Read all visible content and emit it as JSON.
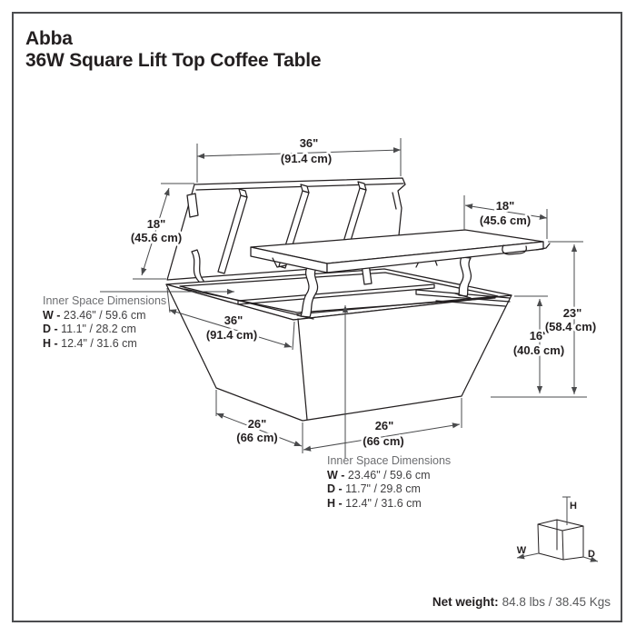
{
  "header": {
    "brand": "Abba",
    "product": "36W Square Lift Top Coffee Table"
  },
  "diagram": {
    "dimensions": {
      "lid_width": {
        "in": "36\"",
        "cm": "(91.4 cm)"
      },
      "lid_depth": {
        "in": "18\"",
        "cm": "(45.6 cm)"
      },
      "top_depth": {
        "in": "18\"",
        "cm": "(45.6 cm)"
      },
      "rim_width": {
        "in": "36\"",
        "cm": "(91.4 cm)"
      },
      "base_depth": {
        "in": "26\"",
        "cm": "(66 cm)"
      },
      "base_width": {
        "in": "26\"",
        "cm": "(66 cm)"
      },
      "body_height": {
        "in": "16\"",
        "cm": "(40.6 cm)"
      },
      "total_height": {
        "in": "23\"",
        "cm": "(58.4 cm)"
      }
    },
    "inner_space_left": {
      "title": "Inner Space Dimensions",
      "rows": [
        {
          "k": "W -",
          "v": "23.46\" / 59.6 cm"
        },
        {
          "k": "D -",
          "v": "11.1\" / 28.2 cm"
        },
        {
          "k": "H -",
          "v": "12.4\" / 31.6 cm"
        }
      ]
    },
    "inner_space_bottom": {
      "title": "Inner Space Dimensions",
      "rows": [
        {
          "k": "W -",
          "v": "23.46\" / 59.6 cm"
        },
        {
          "k": "D -",
          "v": "11.7\" / 29.8 cm"
        },
        {
          "k": "H -",
          "v": "12.4\" / 31.6 cm"
        }
      ]
    },
    "axis_cube": {
      "w": "W",
      "d": "D",
      "h": "H"
    }
  },
  "footer": {
    "net_weight_label": "Net weight:",
    "net_weight_value": "84.8 lbs / 38.45 Kgs"
  },
  "colors": {
    "ink": "#231f20",
    "dim_line": "#4a4b4d",
    "muted": "#58595b",
    "frame": "#4c4d4f"
  }
}
